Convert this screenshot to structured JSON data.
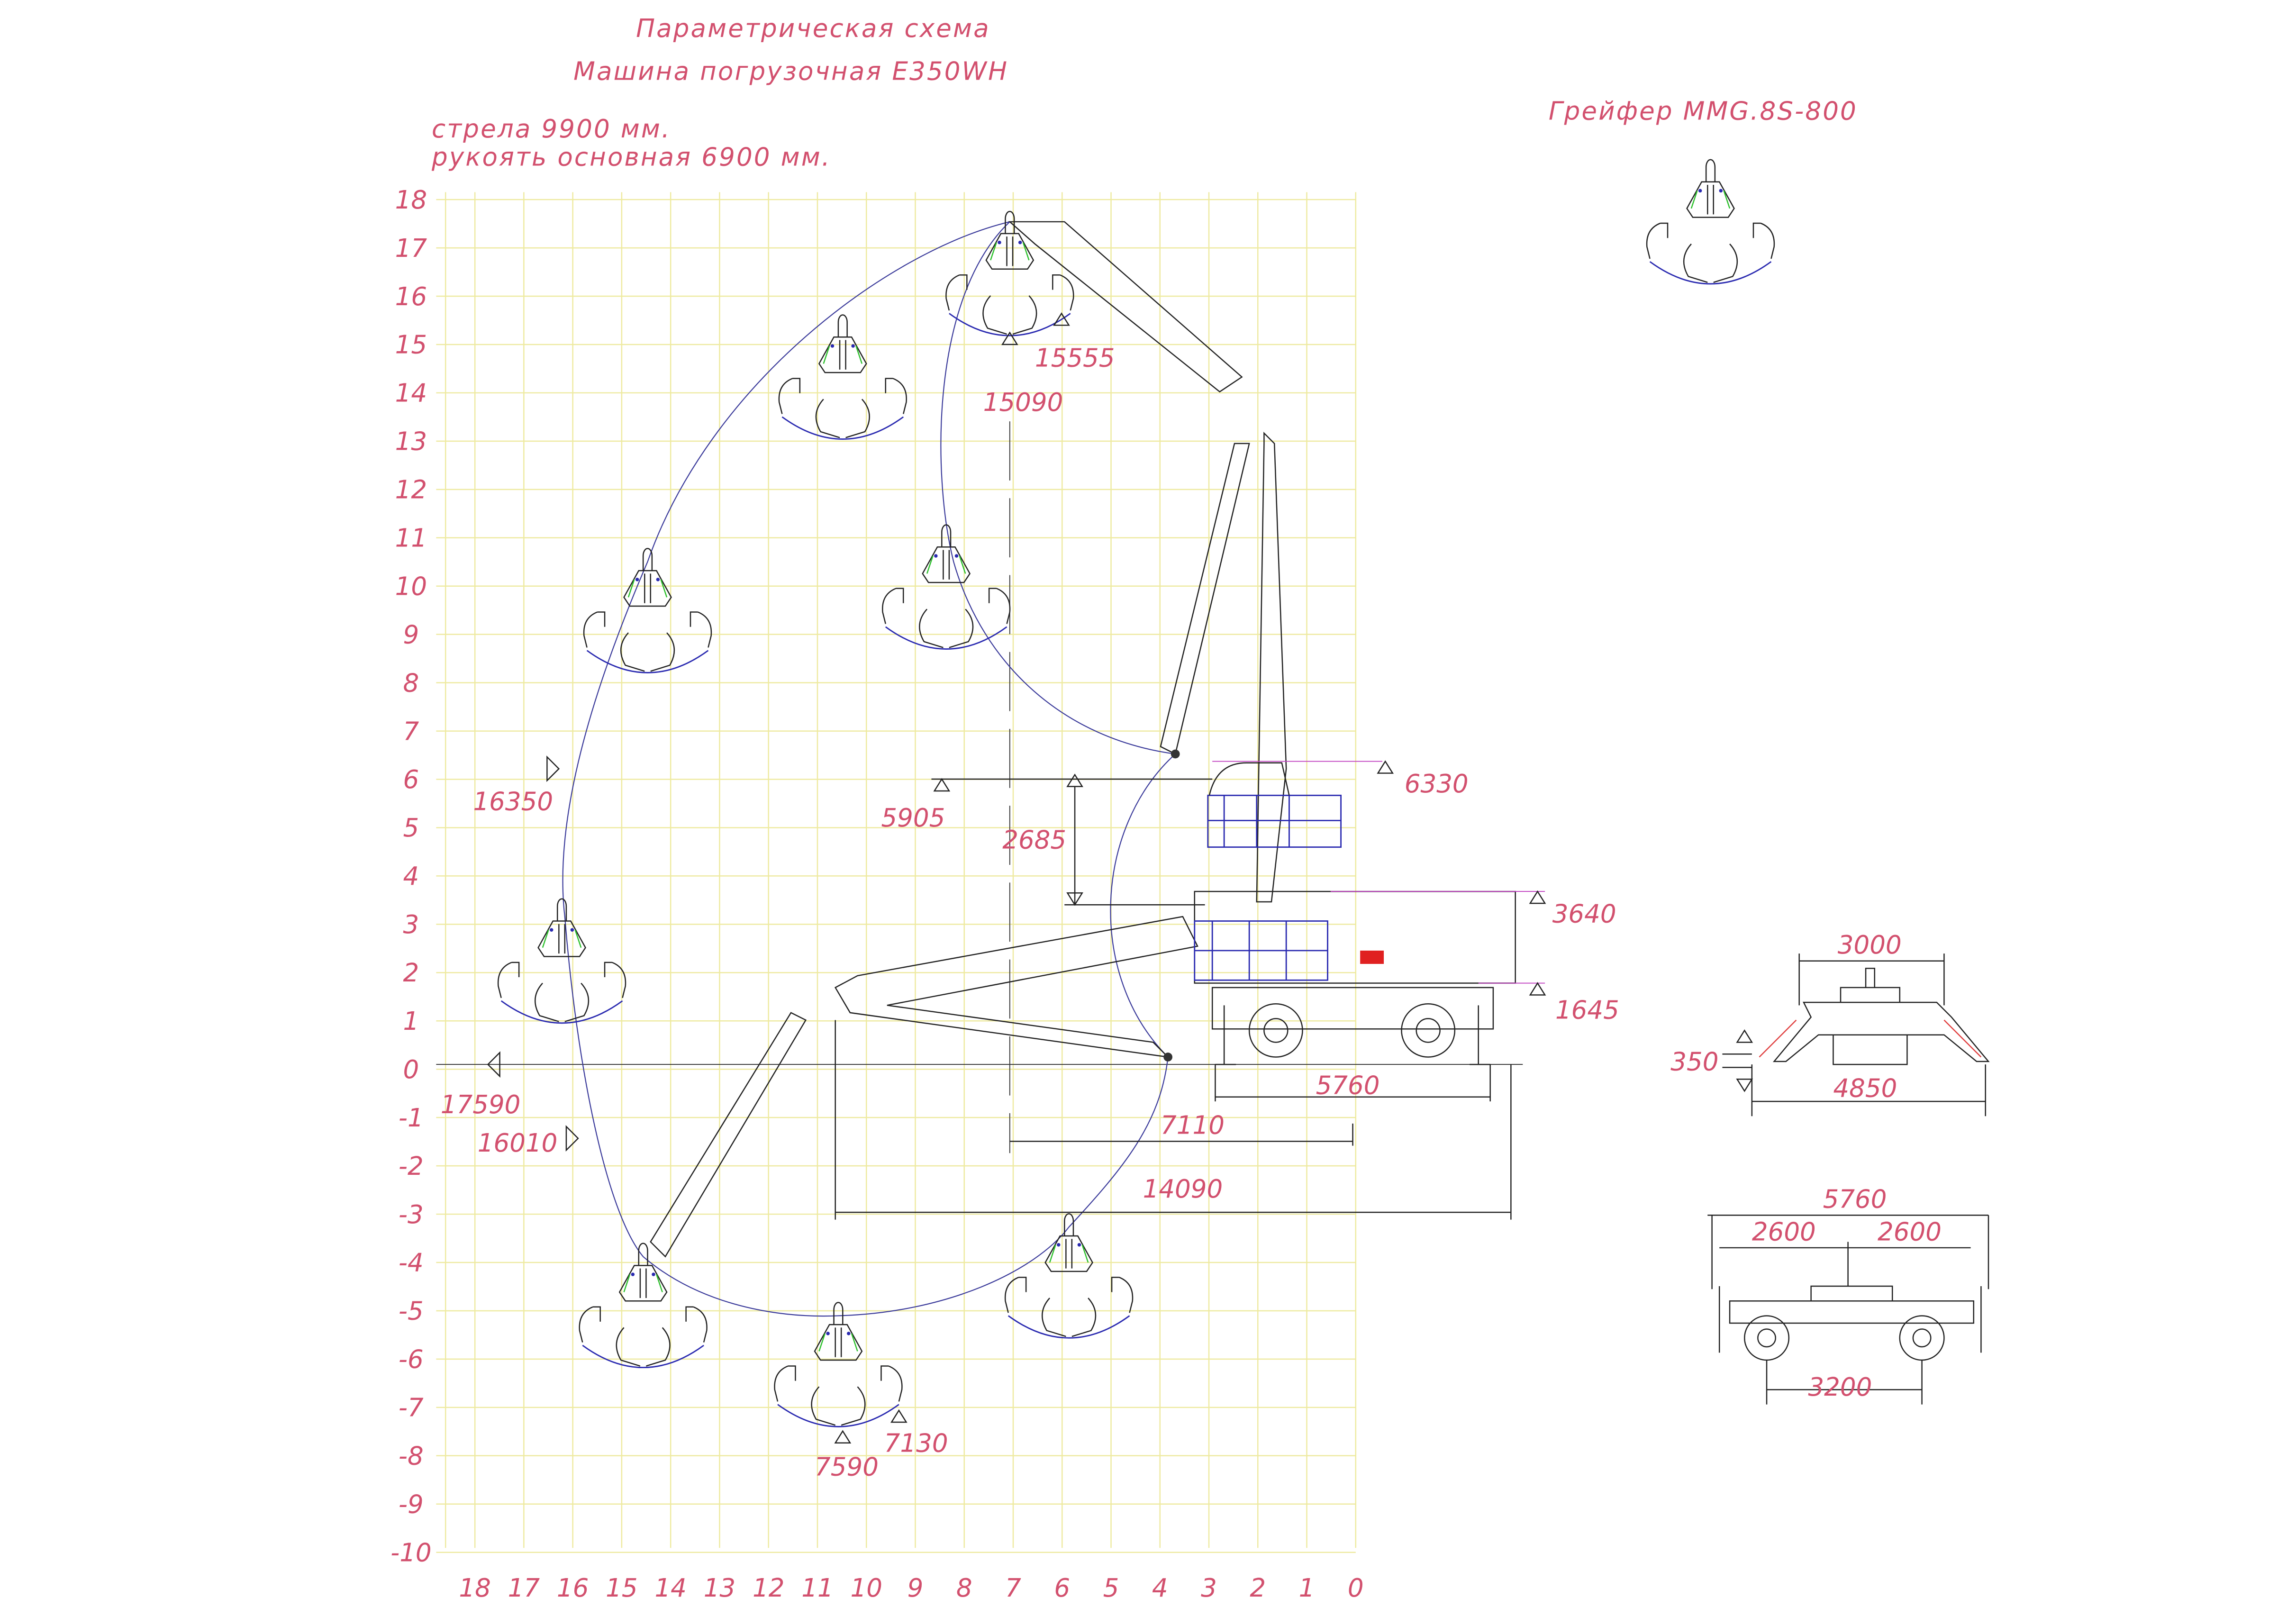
{
  "header": {
    "title": "Параметрическая схема",
    "subtitle": "Машина погрузочная E350WH",
    "boom": "стрела 9900 мм.",
    "arm": "рукоять основная 6900 мм.",
    "grapple": "Грейфер MMG.8S-800"
  },
  "axes": {
    "y_ticks": [
      "18",
      "17",
      "16",
      "15",
      "14",
      "13",
      "12",
      "11",
      "10",
      "9",
      "8",
      "7",
      "6",
      "5",
      "4",
      "3",
      "2",
      "1",
      "0",
      "-1",
      "-2",
      "-3",
      "-4",
      "-5",
      "-6",
      "-7",
      "-8",
      "-9",
      "-10"
    ],
    "x_ticks": [
      "18",
      "17",
      "16",
      "15",
      "14",
      "13",
      "12",
      "11",
      "10",
      "9",
      "8",
      "7",
      "6",
      "5",
      "4",
      "3",
      "2",
      "1",
      "0"
    ]
  },
  "dimensions": {
    "max_height": "15555",
    "height_at_reach": "15090",
    "reach_16350": "16350",
    "cab_low_height": "5905",
    "cab_lift": "2685",
    "cab_high_height": "6330",
    "body_height": "3640",
    "body_clearance": "1645",
    "max_reach": "17590",
    "reach_16010": "16010",
    "outrigger_span": "5760",
    "reach_7110": "7110",
    "reach_14090": "14090",
    "max_depth": "7590",
    "depth_7130": "7130"
  },
  "front_view": {
    "width_top": "3000",
    "height_350": "350",
    "outrigger_width": "4850"
  },
  "side_view": {
    "length": "5760",
    "left_half": "2600",
    "right_half": "2600",
    "wheelbase": "3200"
  },
  "colors": {
    "text": "#d2506e",
    "grid": "#eeeaa0",
    "trajectory": "#3a3a9a",
    "cab": "#2a2ab0"
  }
}
